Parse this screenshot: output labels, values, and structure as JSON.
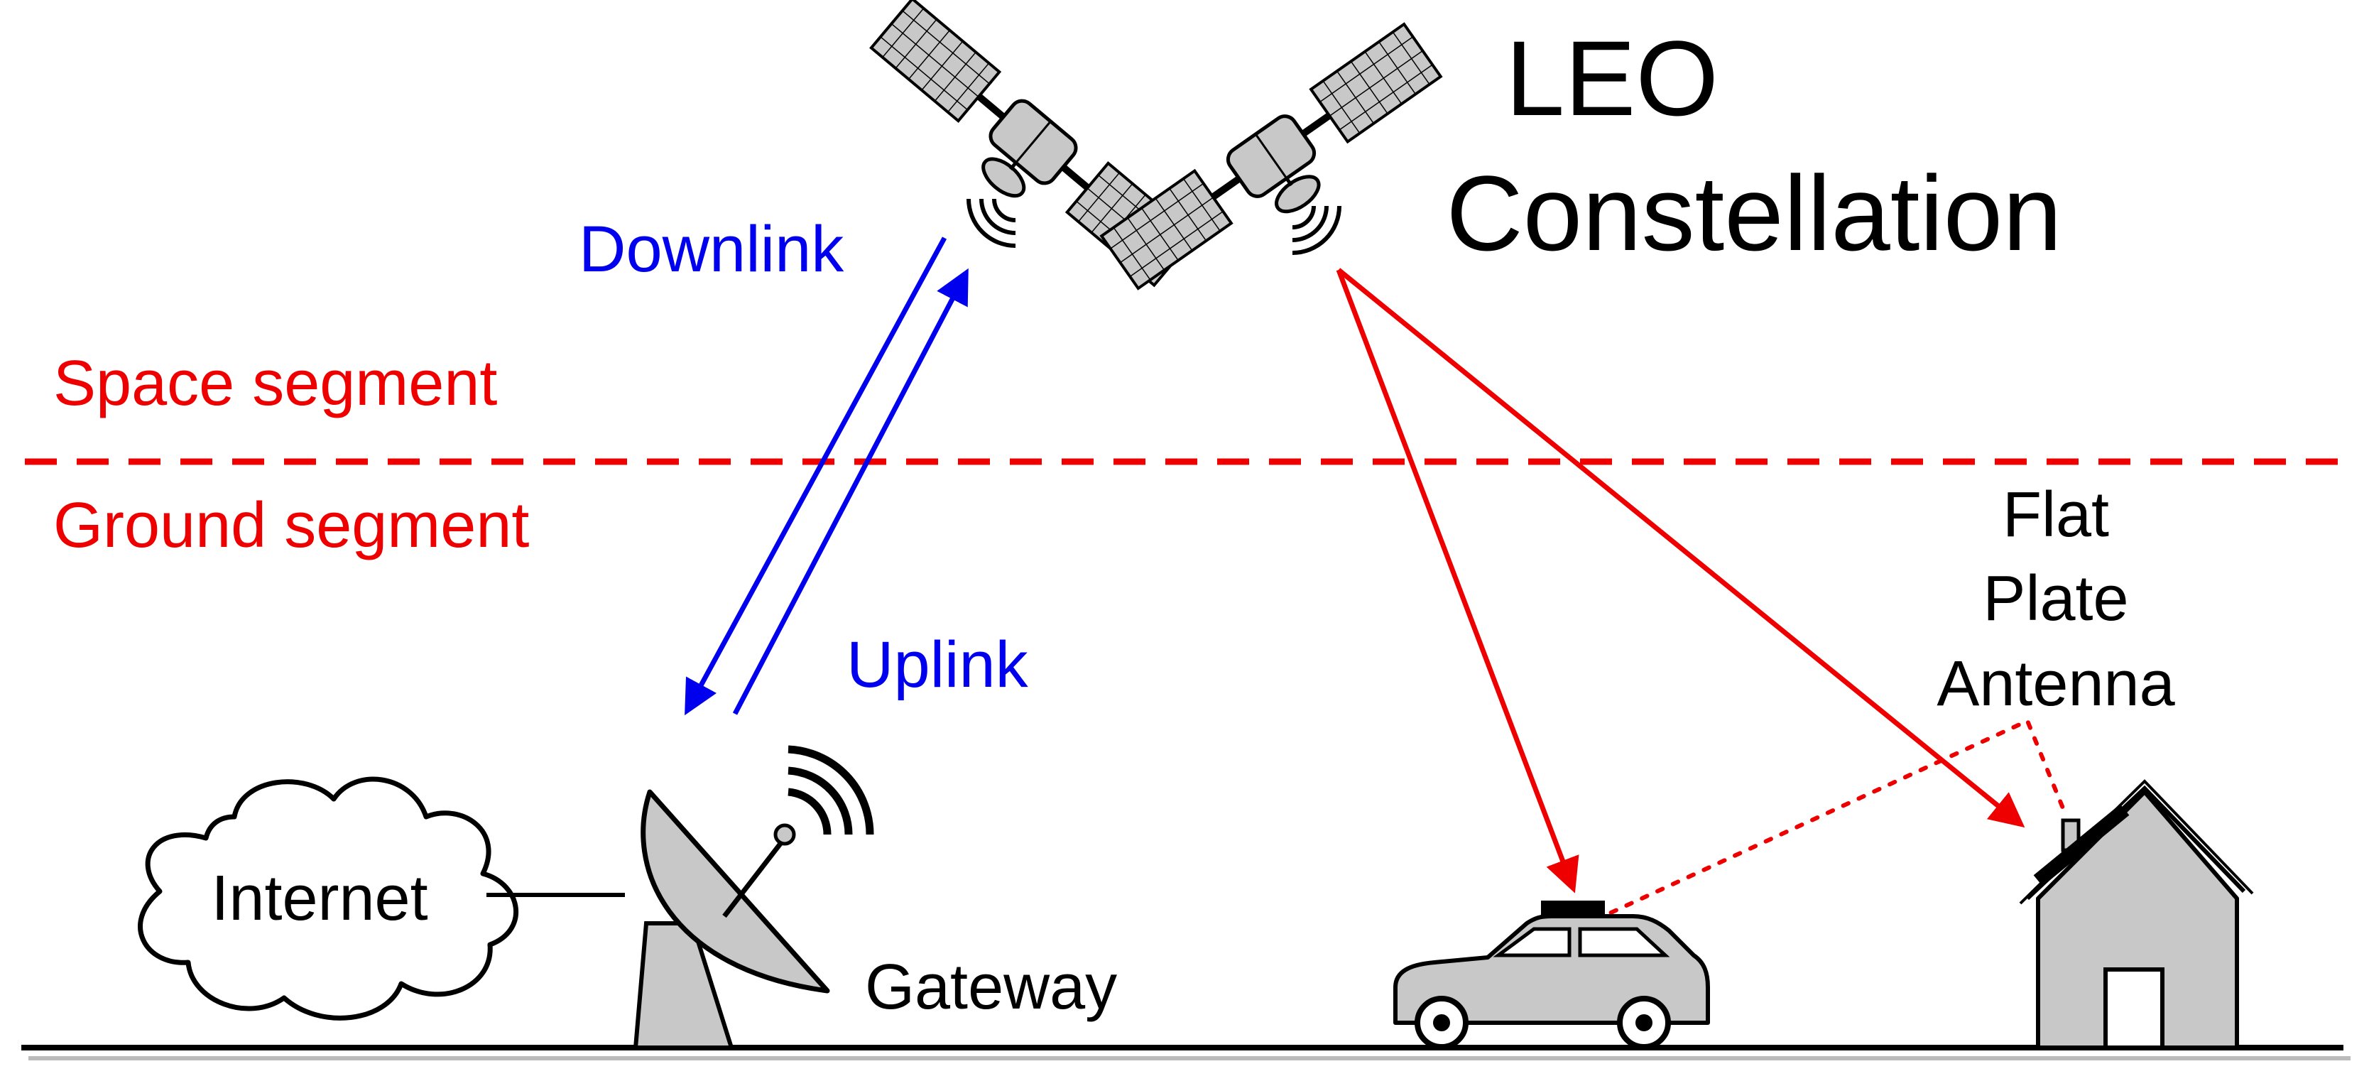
{
  "diagram": {
    "title_line1": "LEO",
    "title_line2": "Constellation",
    "downlink_label": "Downlink",
    "uplink_label": "Uplink",
    "space_segment_label": "Space segment",
    "ground_segment_label": "Ground segment",
    "internet_label": "Internet",
    "gateway_label": "Gateway",
    "antenna_line1": "Flat",
    "antenna_line2": "Plate",
    "antenna_line3": "Antenna"
  },
  "colors": {
    "link_blue": "#0000ee",
    "segment_red": "#ee0000",
    "device_gray": "#c8c8c8",
    "outline": "#000000"
  },
  "icons": [
    "satellite-icon",
    "dish-antenna-icon",
    "cloud-icon",
    "car-icon",
    "house-icon",
    "signal-waves-icon"
  ]
}
